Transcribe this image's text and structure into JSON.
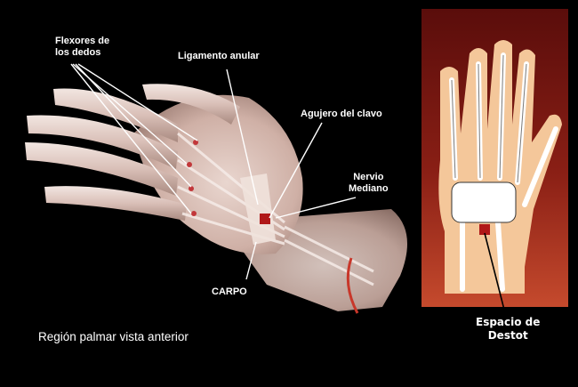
{
  "labels": {
    "flexores": "Flexores de\nlos dedos",
    "ligamento": "Ligamento anular",
    "agujero": "Agujero del clavo",
    "nervio": "Nervio\nMediano",
    "carpo": "CARPO",
    "espacio": "Espacio de\nDestot"
  },
  "caption": "Región palmar vista anterior",
  "colors": {
    "background": "#000000",
    "panel_dark": "#5a0d0b",
    "panel_mid": "#b8432c",
    "skin": "#f4c79a",
    "bone": "#ffffff",
    "marker": "#b01818"
  }
}
